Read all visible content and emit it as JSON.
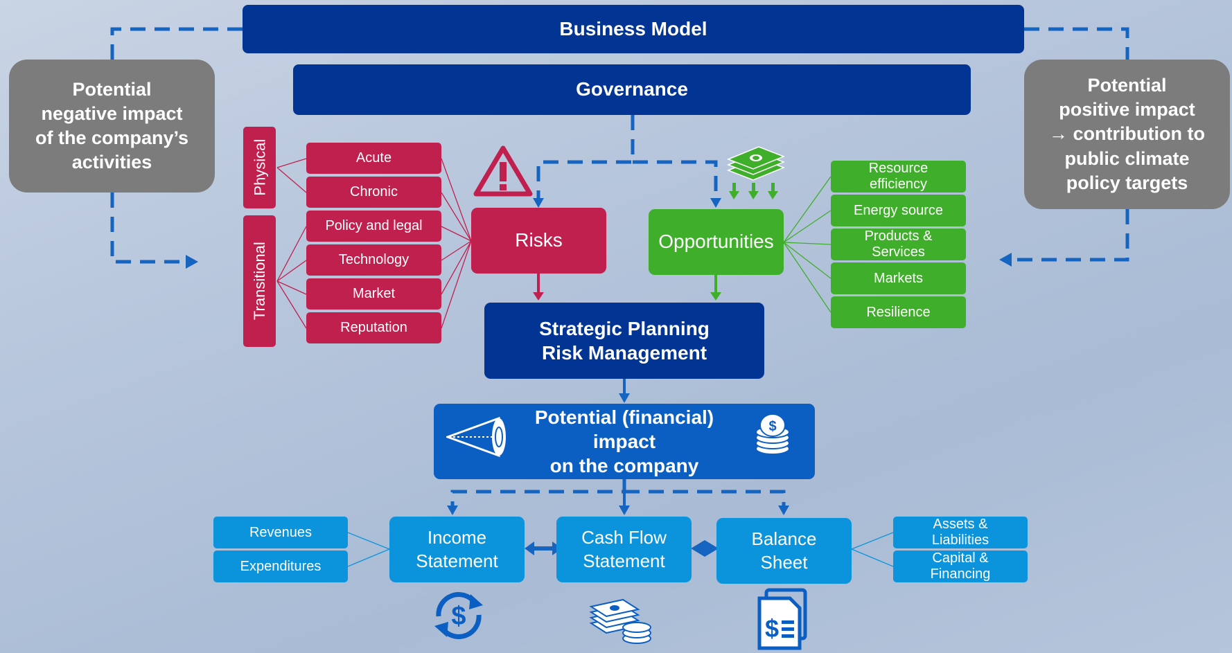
{
  "business_model": "Business Model",
  "governance": "Governance",
  "negative_impact": "Potential\nnegative impact\nof the company’s\nactivities",
  "positive_impact": "Potential\npositive impact\n→ contribution to\npublic climate\npolicy targets",
  "risk_groups": {
    "physical": "Physical",
    "transitional": "Transitional"
  },
  "risk_items": [
    "Acute",
    "Chronic",
    "Policy and legal",
    "Technology",
    "Market",
    "Reputation"
  ],
  "risks": "Risks",
  "opportunities": "Opportunities",
  "opportunity_items": [
    "Resource\nefficiency",
    "Energy source",
    "Products &\nServices",
    "Markets",
    "Resilience"
  ],
  "strategic": "Strategic Planning\nRisk Management",
  "financial_impact": "Potential (financial)\nimpact\non the company",
  "statements": {
    "income": "Income\nStatement",
    "cashflow": "Cash Flow\nStatement",
    "balance": "Balance\nSheet"
  },
  "income_items": [
    "Revenues",
    "Expenditures"
  ],
  "balance_items": [
    "Assets &\nLiabilities",
    "Capital &\nFinancing"
  ],
  "colors": {
    "navy": "#013493",
    "gray": "#7c7c7c",
    "red": "#c0204e",
    "green": "#3fae2a",
    "blue": "#0b93dc",
    "impact": "#0b5ec2",
    "dashed_line": "#1565c0"
  },
  "icons": [
    "warning-icon",
    "money-stack-icon",
    "scenario-cone-icon",
    "coin-stack-icon",
    "dollar-cycle-icon",
    "cash-coins-icon",
    "dollar-document-icon"
  ]
}
